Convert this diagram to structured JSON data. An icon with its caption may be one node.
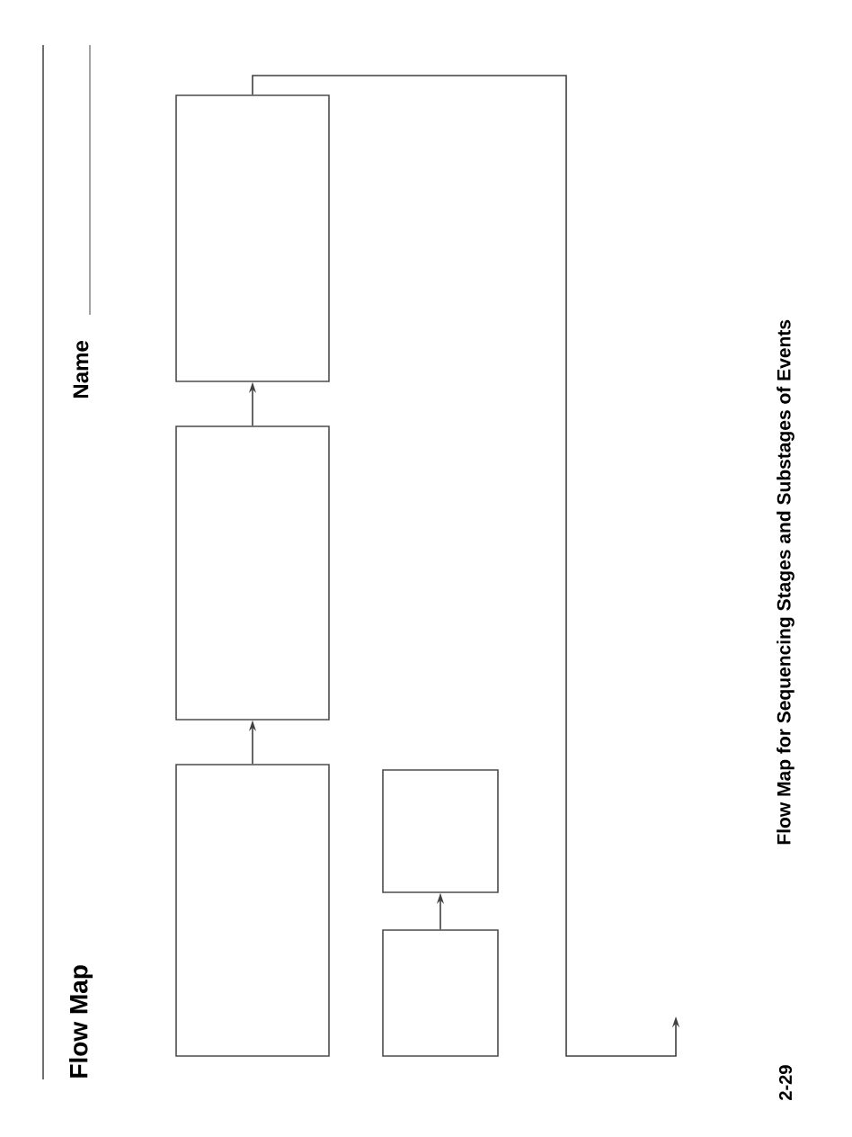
{
  "diagram": {
    "title": "Flow Map",
    "caption": "Flow Map for Sequencing Stages and Substages of Events",
    "nodes": [
      {
        "text": [],
        "shape": "box"
      },
      {
        "text": [],
        "shape": "box"
      },
      {
        "text": [],
        "shape": "box"
      },
      {
        "text": [],
        "shape": "box"
      },
      {
        "text": [],
        "shape": "box"
      }
    ],
    "edges": [
      {
        "from": 0,
        "to": 1,
        "arrow": "to"
      },
      {
        "from": 1,
        "to": 2,
        "arrow": "to"
      },
      {
        "from": 3,
        "to": 4,
        "arrow": "to"
      },
      {
        "from": 2,
        "to": null,
        "arrow": "to"
      }
    ],
    "labels": [
      "Name",
      "2-29"
    ]
  }
}
